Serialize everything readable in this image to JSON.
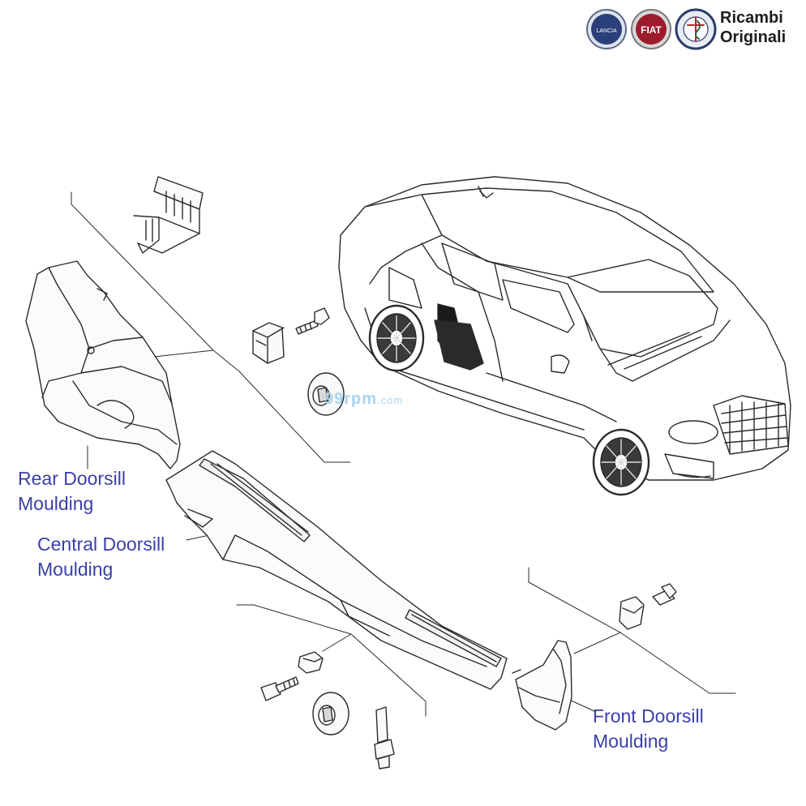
{
  "header": {
    "brand_line1": "Ricambi",
    "brand_line2": "Originali",
    "logos": [
      {
        "name": "lancia-logo",
        "text": "LANCIA",
        "color": "#2b3f7a"
      },
      {
        "name": "fiat-logo",
        "text": "FIAT",
        "color": "#9c1b2d"
      },
      {
        "name": "alfa-romeo-logo",
        "text": "ALFA ROMEO",
        "color": "#1f3a6e"
      }
    ]
  },
  "watermark": {
    "main": "99rpm",
    "suffix": ".com",
    "color": "#a9d4ef"
  },
  "labels": {
    "rear_line1": "Rear Doorsill",
    "rear_line2": "Moulding",
    "central_line1": "Central Doorsill",
    "central_line2": "Moulding",
    "front_line1": "Front Doorsill",
    "front_line2": "Moulding"
  },
  "colors": {
    "label": "#3a3fa8",
    "line": "#2a2a2a"
  }
}
